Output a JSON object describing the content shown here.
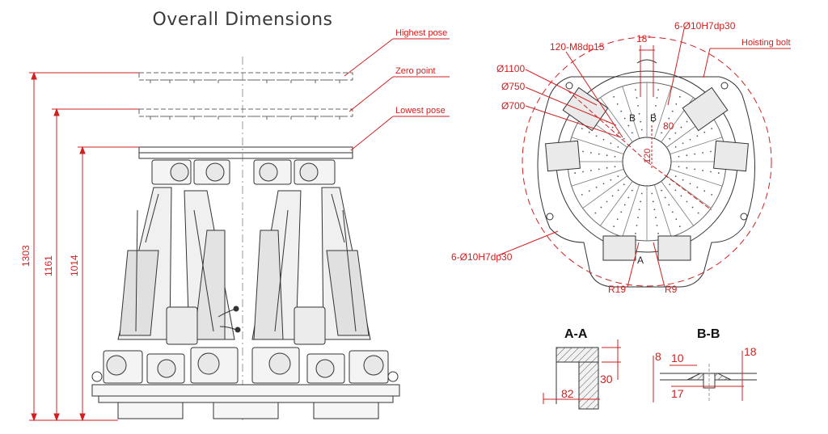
{
  "title": "Overall Dimensions",
  "side_view": {
    "callouts": [
      "Highest pose",
      "Zero point",
      "Lowest pose"
    ],
    "dims": [
      "1303",
      "1161",
      "1014"
    ]
  },
  "top_view": {
    "labels": {
      "hole_pattern": "120-M8dp15",
      "angle": "18°",
      "pin_holes_top": "6-Ø10H7dp30",
      "hoisting_bolt": "Hoisting bolt",
      "d1100": "Ø1100",
      "d750": "Ø750",
      "d700": "Ø700",
      "pin_holes_bottom": "6-Ø10H7dp30",
      "r19": "R19",
      "r9": "R9",
      "dim80": "80",
      "dim120": "120",
      "b_left": "B",
      "b_right": "B",
      "a_mark": "A"
    }
  },
  "section_aa": {
    "title": "A-A",
    "dim_a": "30",
    "dim_b": "82"
  },
  "section_bb": {
    "title": "B-B",
    "dim_a": "8",
    "dim_b": "10",
    "dim_c": "18",
    "dim_d": "17"
  }
}
